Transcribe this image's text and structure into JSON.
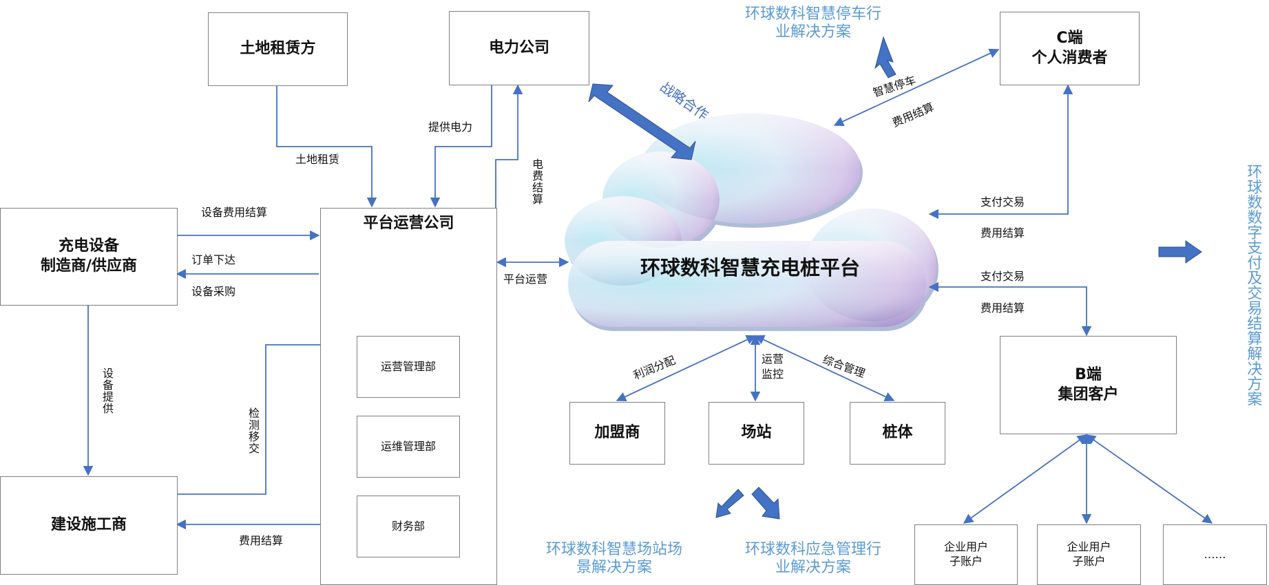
{
  "boxes": {
    "land": "土地租赁方",
    "power": "电力公司",
    "c_end_line1": "C端",
    "c_end_line2": "个人消费者",
    "manufacturer_line1": "充电设备",
    "manufacturer_line2": "制造商/供应商",
    "platform_company": "平台运营公司",
    "ops_dept": "运营管理部",
    "maint_dept": "运维管理部",
    "finance_dept": "财务部",
    "construction": "建设施工商",
    "franchisee": "加盟商",
    "station": "场站",
    "pile": "桩体",
    "b_end_line1": "B端",
    "b_end_line2": "集团客户",
    "sub_account_1_line1": "企业用户",
    "sub_account_1_line2": "子账户",
    "sub_account_2_line1": "企业用户",
    "sub_account_2_line2": "子账户",
    "ellipsis": "……"
  },
  "cloud": {
    "title": "环球数科智慧充电桩平台"
  },
  "labels": {
    "land_lease": "土地租赁",
    "provide_power": "提供电力",
    "electricity_settlement": "电费结算",
    "equipment_fee_settlement": "设备费用结算",
    "order_issue": "订单下达",
    "equipment_purchase": "设备采购",
    "equipment_supply": "设备提供",
    "inspection_handover": "检测移交",
    "fee_settlement_construction": "费用结算",
    "platform_operation": "平台运营",
    "strategic_cooperation": "战略合作",
    "smart_parking": "智慧停车",
    "fee_settlement_c_top": "费用结算",
    "payment_c": "支付交易",
    "fee_settlement_c": "费用结算",
    "payment_b": "支付交易",
    "fee_settlement_b": "费用结算",
    "profit_distribution": "利润分配",
    "ops_monitoring_line1": "运营",
    "ops_monitoring_line2": "监控",
    "comprehensive_management": "综合管理"
  },
  "solutions": {
    "parking_line1": "环球数科智慧停车行",
    "parking_line2": "业解决方案",
    "digital_payment": "环球数数字支付及交易结算解决方案",
    "station_scene_line1": "环球数科智慧场站场",
    "station_scene_line2": "景解决方案",
    "emergency_line1": "环球数科应急管理行",
    "emergency_line2": "业解决方案"
  },
  "colors": {
    "arrow": "#4472c4",
    "box_border": "#7f7f7f",
    "solution_text": "#5b9bd5"
  }
}
